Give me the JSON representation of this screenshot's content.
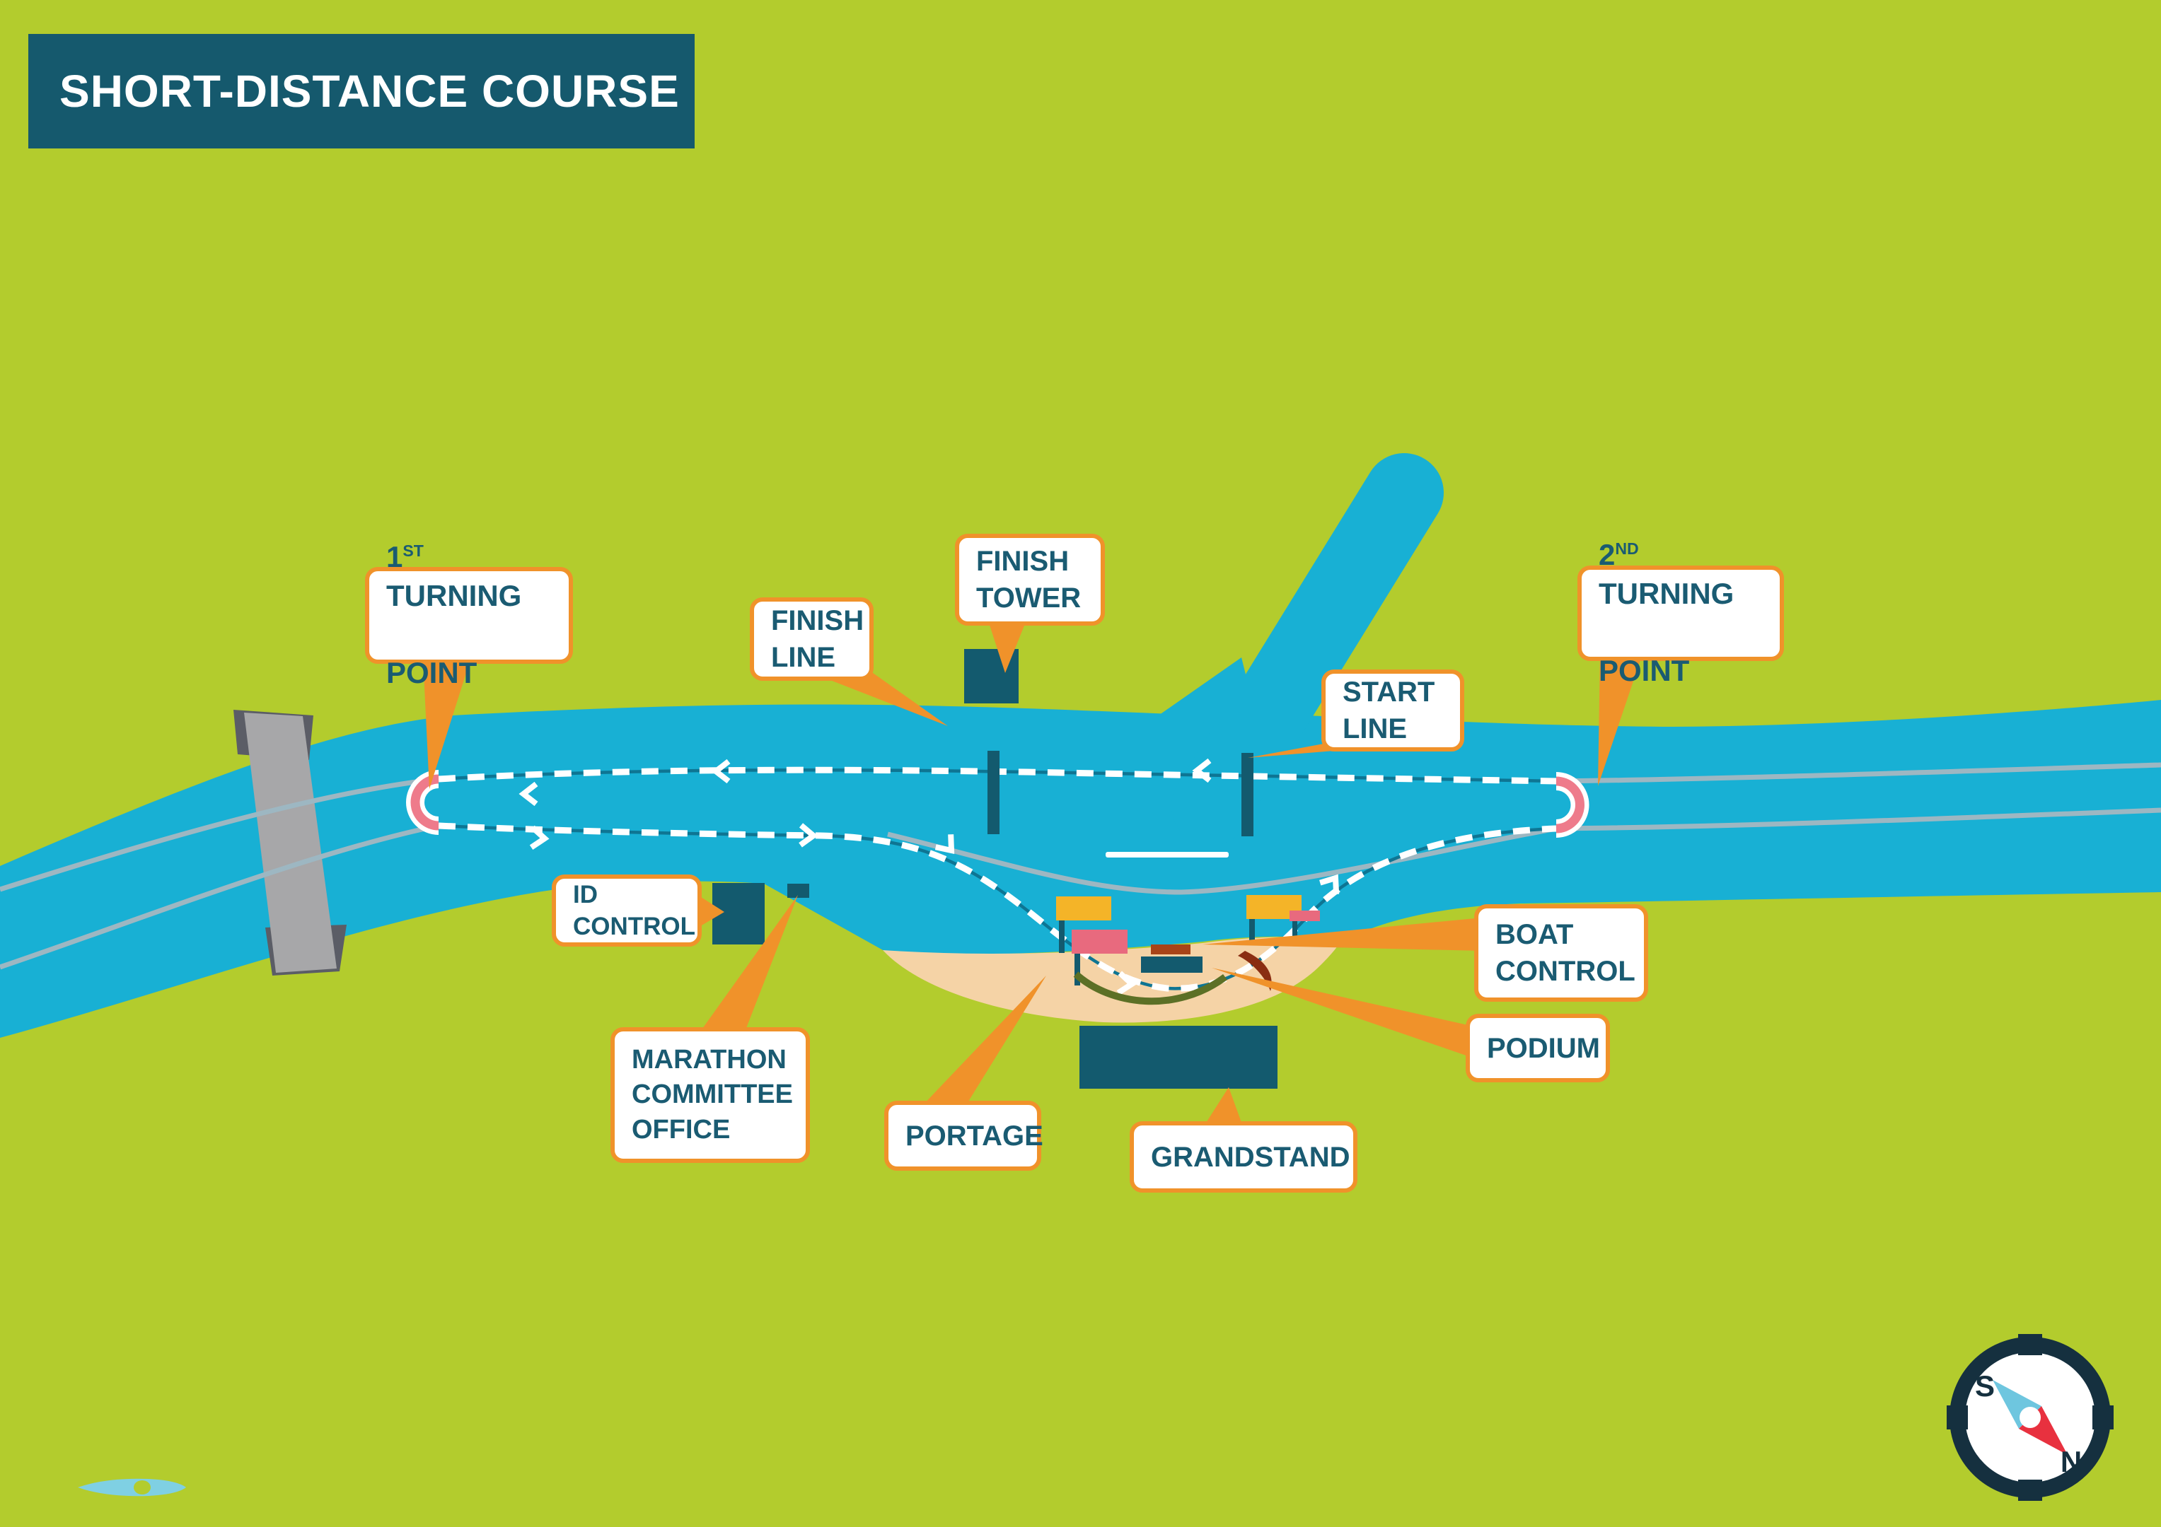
{
  "title": "SHORT-DISTANCE COURSE",
  "labels": {
    "first_turning_point": {
      "num": "1",
      "sup": "ST",
      "rest": " TURNING",
      "line2": "POINT"
    },
    "second_turning_point": {
      "num": "2",
      "sup": "ND",
      "rest": " TURNING",
      "line2": "POINT"
    },
    "finish_line": "FINISH\nLINE",
    "finish_tower": "FINISH\nTOWER",
    "start_line": "START\nLINE",
    "id_control": "ID CONTROL",
    "marathon_committee_office": "MARATHON\nCOMMITTEE\nOFFICE",
    "portage": "PORTAGE",
    "grandstand": "GRANDSTAND",
    "boat_control": "BOAT\nCONTROL",
    "podium": "PODIUM"
  },
  "compass": {
    "south_label": "S",
    "north_label": "N"
  },
  "colors": {
    "land_green": "#b3cc2d",
    "river_blue": "#18b0d4",
    "beach_tan": "#f5d3a6",
    "teal_dark": "#135a6e",
    "label_text_teal": "#1a5b72",
    "accent_orange": "#f0922a",
    "turn_marker_pink": "#ee7b8b",
    "banner_yellow": "#f4b428",
    "banner_pink": "#e86a7e",
    "tent_red": "#a84418",
    "lane_gray": "#9db7c2",
    "bridge_gray": "#a7a7a9",
    "compass_navy": "#15303f",
    "compass_needle_red": "#e8313f",
    "compass_needle_blue": "#6ec6df",
    "kayak_blue": "#7fd0e3"
  }
}
